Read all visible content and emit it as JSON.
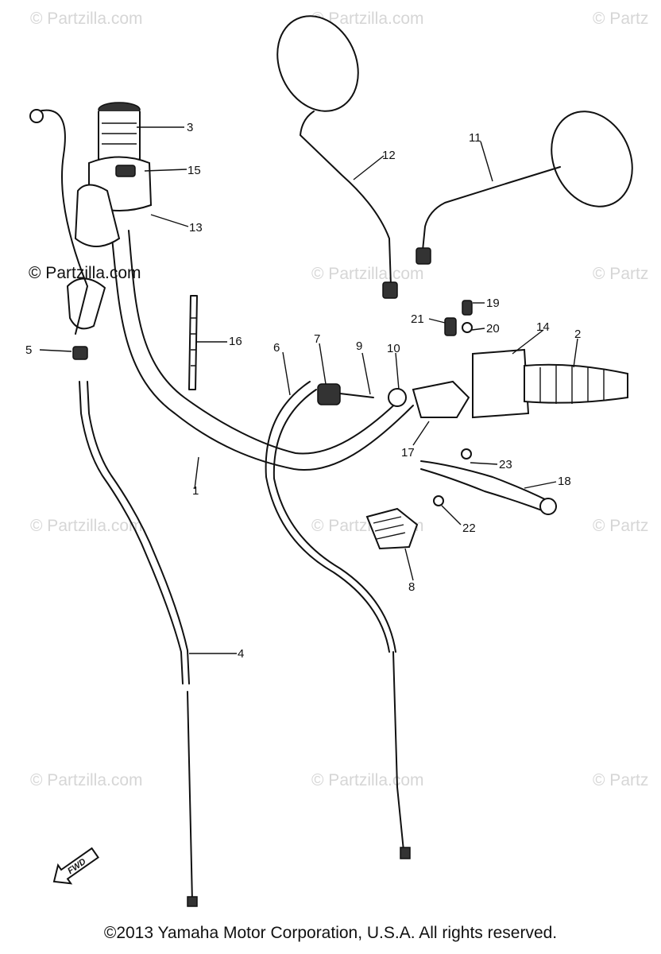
{
  "watermarks": [
    {
      "text": "© Partzilla.com"
    },
    {
      "text": "© Partzilla.com"
    },
    {
      "text": "© Partz"
    },
    {
      "text": "© Partzilla.com"
    },
    {
      "text": "© Partz"
    },
    {
      "text": "© Partzilla.com"
    },
    {
      "text": "© Partzilla.com"
    },
    {
      "text": "© Partz"
    },
    {
      "text": "© Partzilla.com"
    },
    {
      "text": "© Partzilla.com"
    },
    {
      "text": "© Partz"
    }
  ],
  "watermark_main": "© Partzilla.com",
  "callouts": [
    "1",
    "2",
    "3",
    "4",
    "5",
    "6",
    "7",
    "8",
    "9",
    "10",
    "11",
    "12",
    "13",
    "14",
    "15",
    "16",
    "17",
    "18",
    "19",
    "20",
    "21",
    "22",
    "23"
  ],
  "fwd_label": "FWD",
  "copyright": "©2013 Yamaha Motor Corporation, U.S.A. All rights reserved.",
  "colors": {
    "ink": "#111111",
    "watermark": "#d6d6d6",
    "background": "#ffffff"
  }
}
